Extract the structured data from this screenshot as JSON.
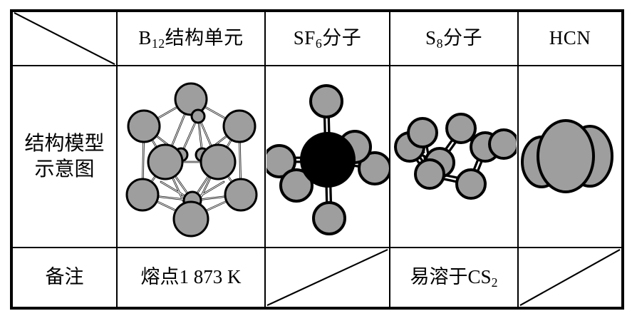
{
  "table": {
    "columns": [
      {
        "key": "rowlabel",
        "header": "",
        "header_slash": true
      },
      {
        "key": "b12",
        "header_html": "B12结构单元",
        "header_base": "B",
        "header_sub": "12",
        "header_tail": "结构单元"
      },
      {
        "key": "sf6",
        "header_html": "SF6分子",
        "header_base": "SF",
        "header_sub": "6",
        "header_tail": "分子"
      },
      {
        "key": "s8",
        "header_html": "S8分子",
        "header_base": "S",
        "header_sub": "8",
        "header_tail": "分子"
      },
      {
        "key": "hcn",
        "header_html": "HCN",
        "header_base": "HCN",
        "header_sub": "",
        "header_tail": ""
      }
    ],
    "rows": [
      {
        "key": "model",
        "label_line1": "结构模型",
        "label_line2": "示意图",
        "cells": [
          {
            "key": "b12",
            "type": "diagram",
            "diagram": "b12-icosahedron-model"
          },
          {
            "key": "sf6",
            "type": "diagram",
            "diagram": "sf6-octahedral-model"
          },
          {
            "key": "s8",
            "type": "diagram",
            "diagram": "s8-crown-ring-model"
          },
          {
            "key": "hcn",
            "type": "diagram",
            "diagram": "hcn-linear-spacefill-model"
          }
        ]
      },
      {
        "key": "note",
        "label": "备注",
        "cells": [
          {
            "key": "b12",
            "type": "text",
            "text_base": "熔点1 873 K",
            "text_sub": ""
          },
          {
            "key": "sf6",
            "type": "slash",
            "text_base": "",
            "text_sub": ""
          },
          {
            "key": "s8",
            "type": "text",
            "text_base": "易溶于CS",
            "text_sub": "2"
          },
          {
            "key": "hcn",
            "type": "slash",
            "text_base": "",
            "text_sub": ""
          }
        ]
      }
    ]
  },
  "colors": {
    "atom_grey": "#9e9e9e",
    "atom_black": "#000000",
    "outline": "#000000",
    "background": "#ffffff",
    "table_border": "#000000"
  }
}
